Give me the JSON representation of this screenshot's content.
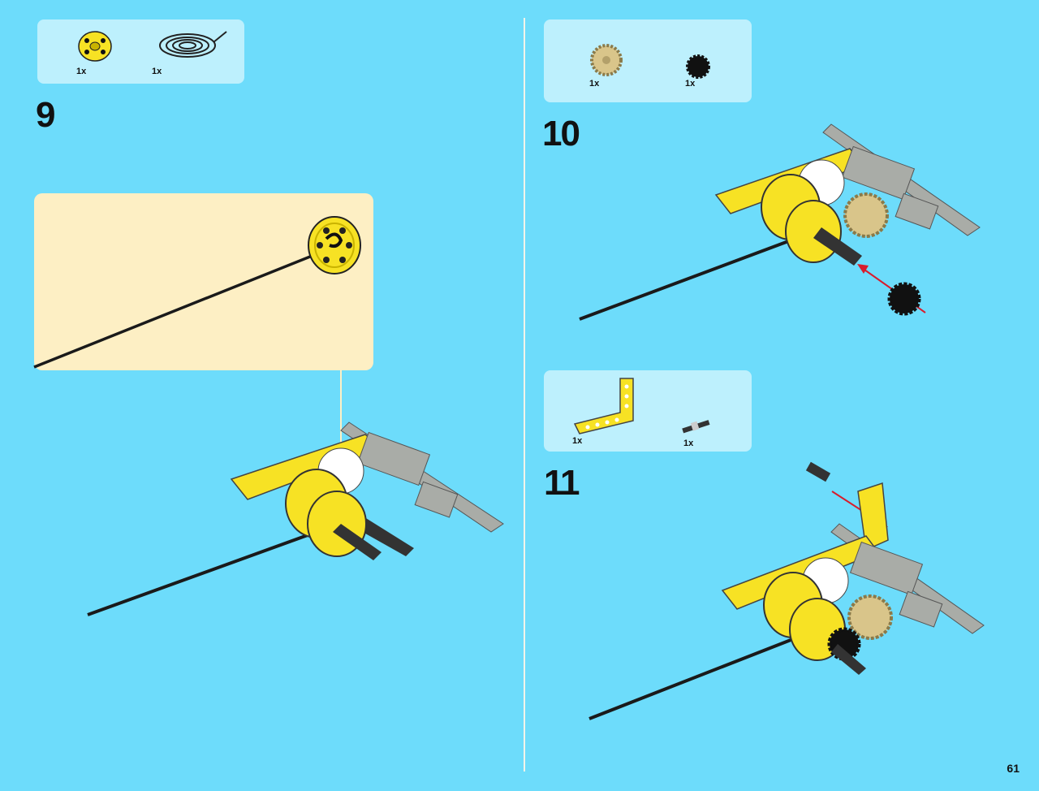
{
  "page_number": "61",
  "steps": [
    {
      "number": "9",
      "parts": [
        {
          "name": "yellow-pulley-wheel",
          "qty": "1x"
        },
        {
          "name": "black-string-coil",
          "qty": "1x"
        }
      ]
    },
    {
      "number": "10",
      "parts": [
        {
          "name": "tan-gear-20-tooth",
          "qty": "1x"
        },
        {
          "name": "black-gear-12-tooth",
          "qty": "1x"
        }
      ]
    },
    {
      "number": "11",
      "parts": [
        {
          "name": "yellow-l-beam",
          "qty": "1x"
        },
        {
          "name": "black-axle-connector",
          "qty": "1x"
        }
      ]
    }
  ],
  "colors": {
    "background": "#6ddcfb",
    "parts_box": "#bdf0fd",
    "callout": "#fdefc4",
    "yellow": "#f7e224",
    "gray": "#a9aca7",
    "tan": "#d9c58a",
    "arrow": "#d81c2c"
  }
}
